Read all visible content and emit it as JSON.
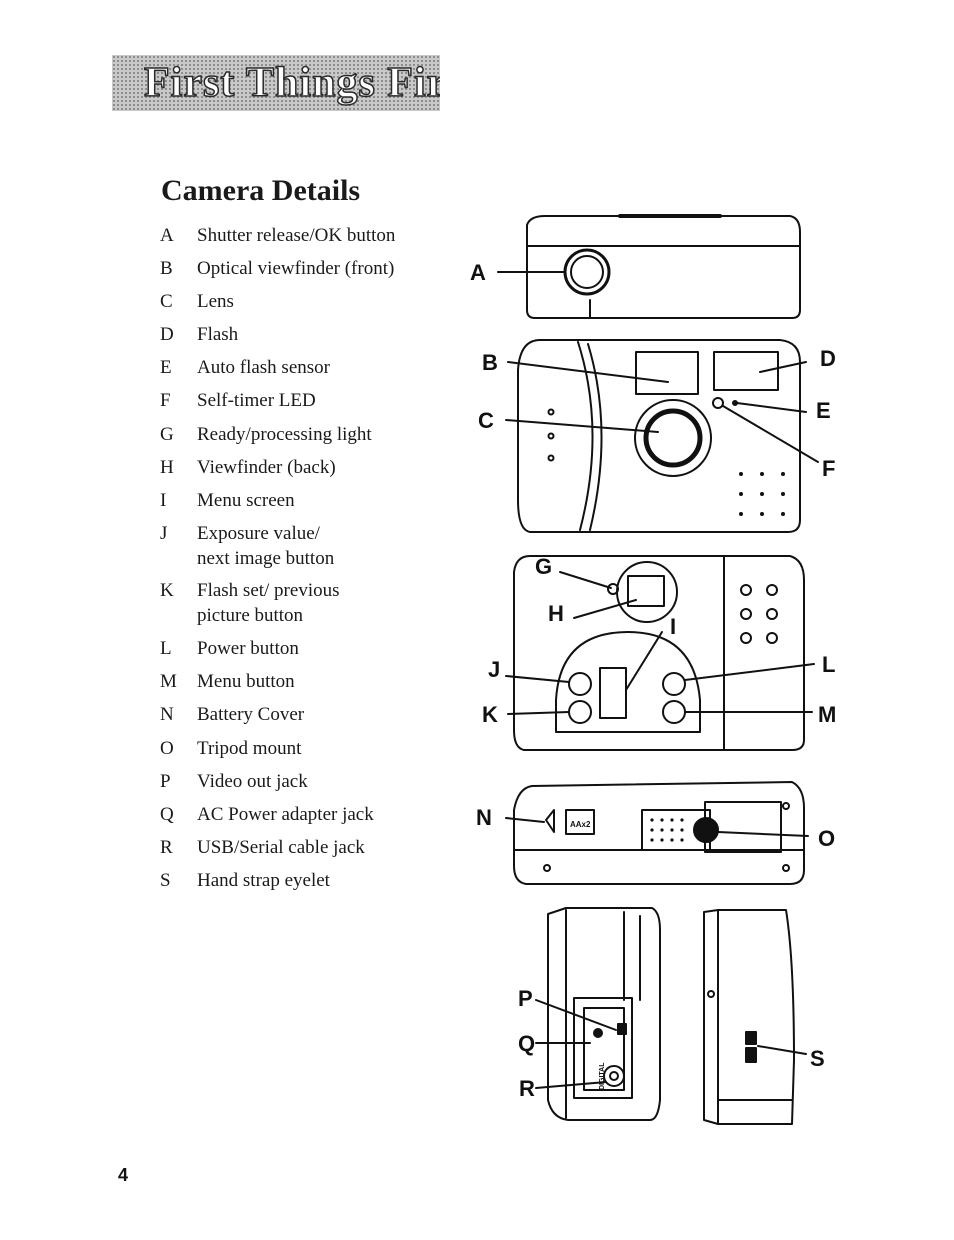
{
  "header": {
    "banner_text": "First Things First"
  },
  "section": {
    "title": "Camera Details"
  },
  "parts": [
    {
      "letter": "A",
      "desc": "Shutter release/OK button"
    },
    {
      "letter": "B",
      "desc": "Optical viewfinder (front)"
    },
    {
      "letter": "C",
      "desc": "Lens"
    },
    {
      "letter": "D",
      "desc": "Flash"
    },
    {
      "letter": "E",
      "desc": "Auto flash sensor"
    },
    {
      "letter": "F",
      "desc": "Self-timer LED"
    },
    {
      "letter": "G",
      "desc": "Ready/processing light"
    },
    {
      "letter": "H",
      "desc": "Viewfinder (back)"
    },
    {
      "letter": "I",
      "desc": "Menu screen"
    },
    {
      "letter": "J",
      "desc": "Exposure value/ next image button"
    },
    {
      "letter": "K",
      "desc": "Flash set/ previous picture button"
    },
    {
      "letter": "L",
      "desc": "Power button"
    },
    {
      "letter": "M",
      "desc": "Menu button"
    },
    {
      "letter": "N",
      "desc": "Battery Cover"
    },
    {
      "letter": "O",
      "desc": "Tripod mount"
    },
    {
      "letter": "P",
      "desc": "Video out jack"
    },
    {
      "letter": "Q",
      "desc": "AC Power adapter jack"
    },
    {
      "letter": "R",
      "desc": "USB/Serial cable jack"
    },
    {
      "letter": "S",
      "desc": "Hand strap eyelet"
    }
  ],
  "diagram_labels": {
    "battery_label": "AAx2",
    "jack_panel_label": "DIGITAL"
  },
  "footer": {
    "page_number": "4"
  }
}
